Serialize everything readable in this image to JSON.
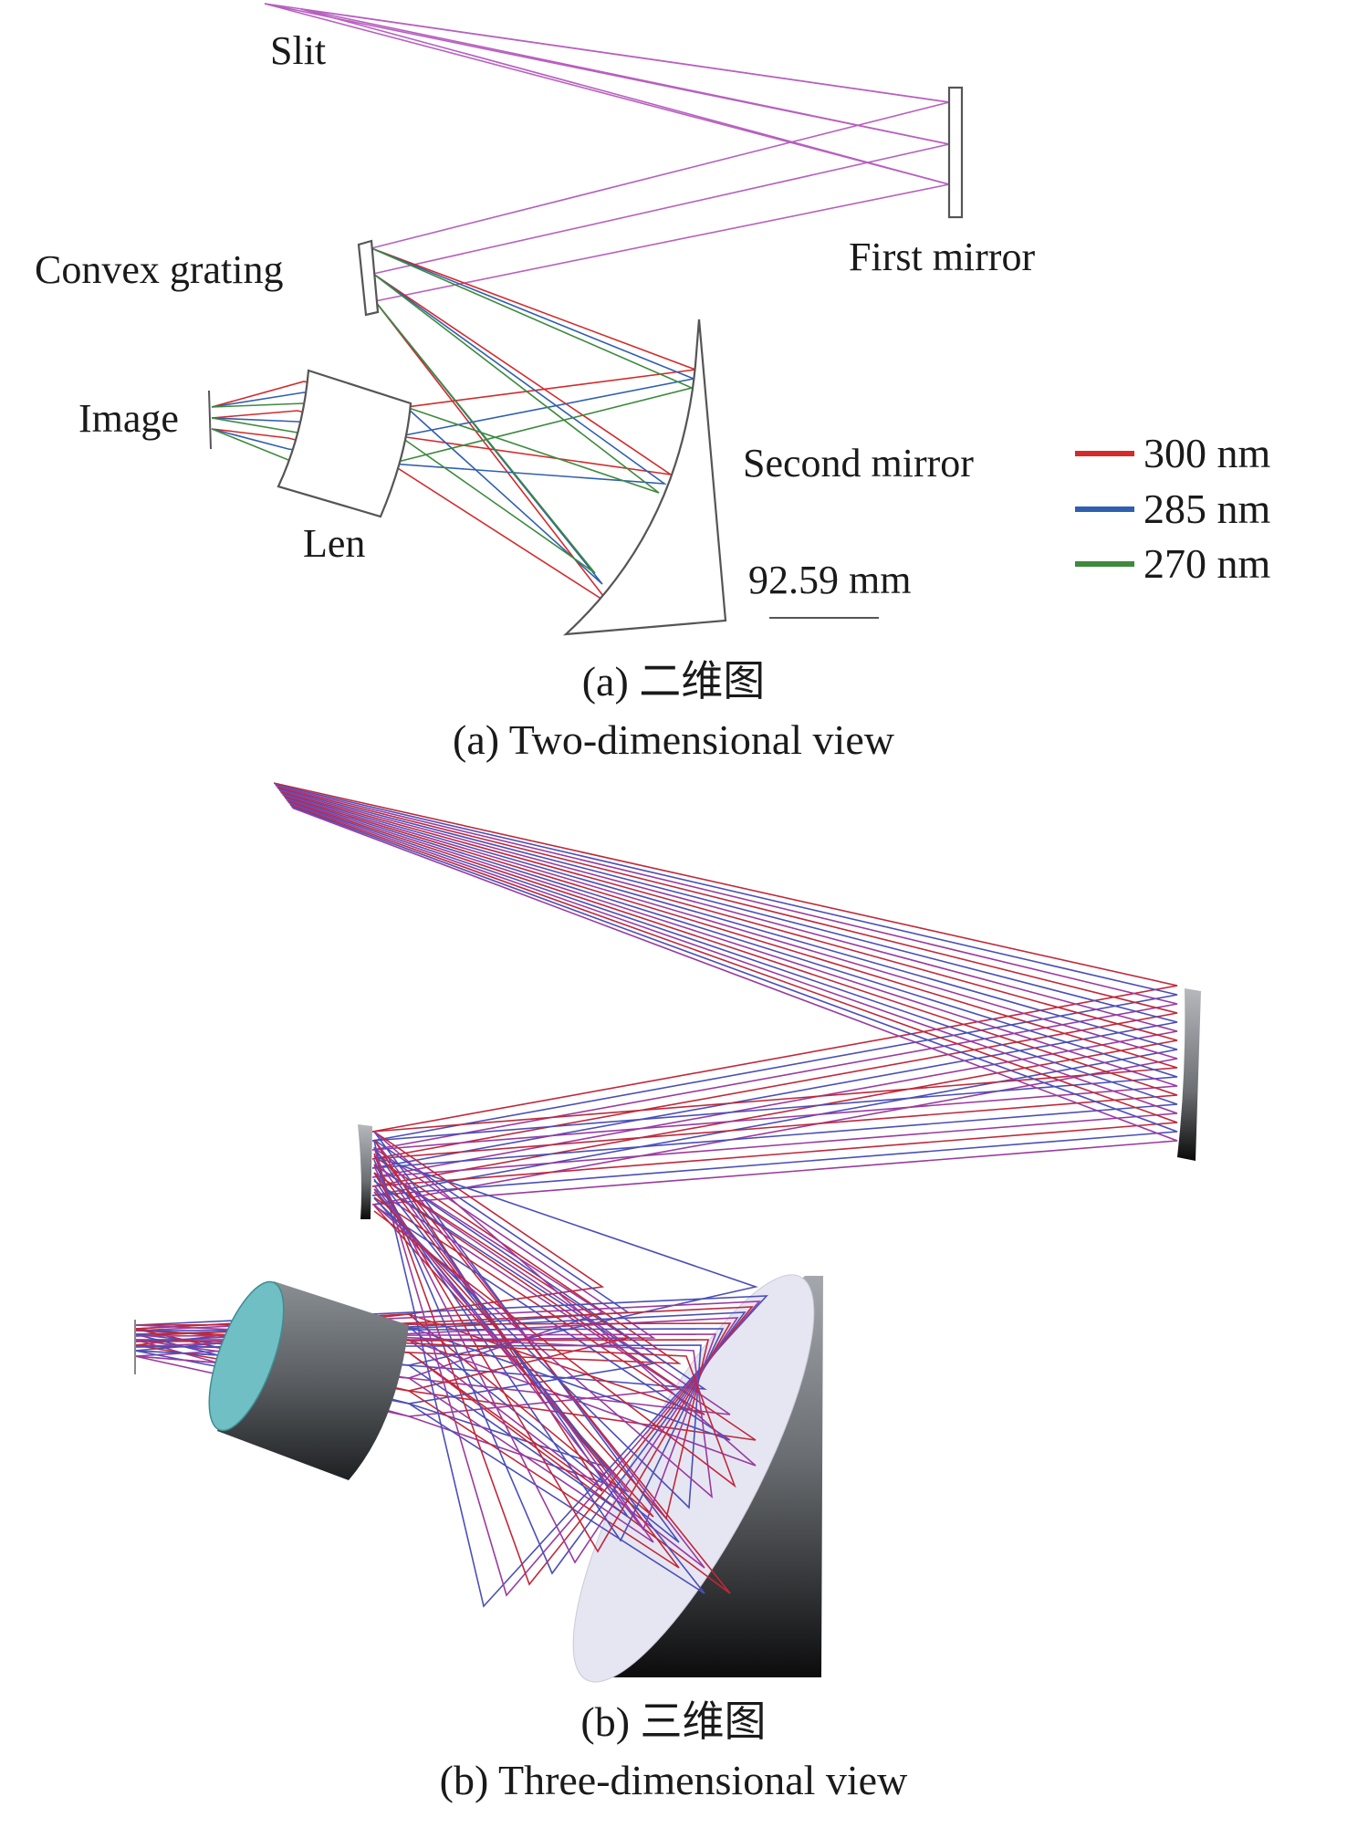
{
  "view_2d": {
    "labels": {
      "slit": "Slit",
      "first_mirror": "First mirror",
      "convex_grating": "Convex grating",
      "image": "Image",
      "len": "Len",
      "second_mirror": "Second mirror",
      "scale": "92.59 mm"
    },
    "legend": [
      {
        "label": "300 nm",
        "color": "#d42a2a"
      },
      {
        "label": "285 nm",
        "color": "#2f5fb0"
      },
      {
        "label": "270 nm",
        "color": "#3d8a3d"
      }
    ],
    "slit_ray_color": "#b85fc0",
    "caption_cn": "(a) 二维图",
    "caption_en": "(a) Two-dimensional view"
  },
  "view_3d": {
    "caption_cn": "(b) 三维图",
    "caption_en": "(b) Three-dimensional view",
    "colors": {
      "ray_red": "#c0283a",
      "ray_blue": "#4a4fb8",
      "ray_purple": "#9a3aa0",
      "lens_face": "#6fbfc4",
      "mirror_face": "#e6e6f2"
    }
  }
}
